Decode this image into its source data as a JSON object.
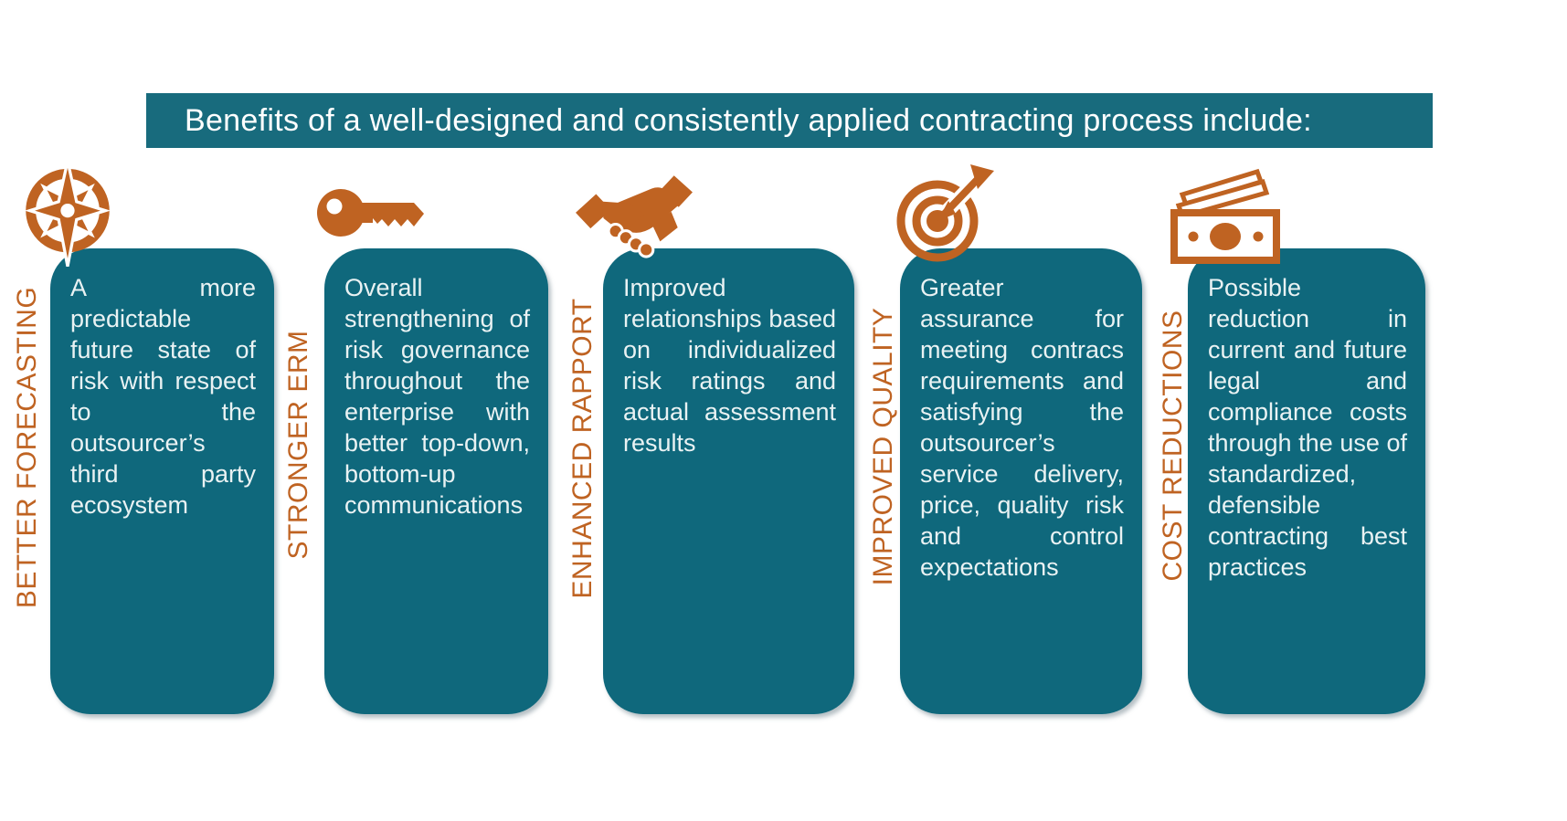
{
  "header": {
    "title": "Benefits of a well-designed and consistently applied contracting process include:"
  },
  "colors": {
    "orange": "#bf6322",
    "teal": "#0f687c",
    "teal_header": "#186b7d",
    "card_text": "#e9f2f3",
    "background": "#ffffff"
  },
  "columns": [
    {
      "label": "BETTER FORECASTING",
      "icon": "compass-icon",
      "text": "A more predictable future state of risk with respect to the outsourcer’s third party ecosystem"
    },
    {
      "label": "STRONGER ERM",
      "icon": "key-icon",
      "text": "Overall strengthening of risk governance throughout the enterprise with better top-down, bottom-up communications"
    },
    {
      "label": "ENHANCED RAPPORT",
      "icon": "handshake-icon",
      "text": "Improved relationships based on individualized risk ratings and actual assessment results"
    },
    {
      "label": "IMPROVED QUALITY",
      "icon": "target-icon",
      "text": "Greater assurance for meeting contracs requirements and satisfying the outsourcer’s service delivery, price, quality risk and control expectations"
    },
    {
      "label": "COST REDUCTIONS",
      "icon": "money-icon",
      "text": "Possible reduction in current and future legal and compliance costs through the use of standardized, defensible contracting best practices"
    }
  ]
}
